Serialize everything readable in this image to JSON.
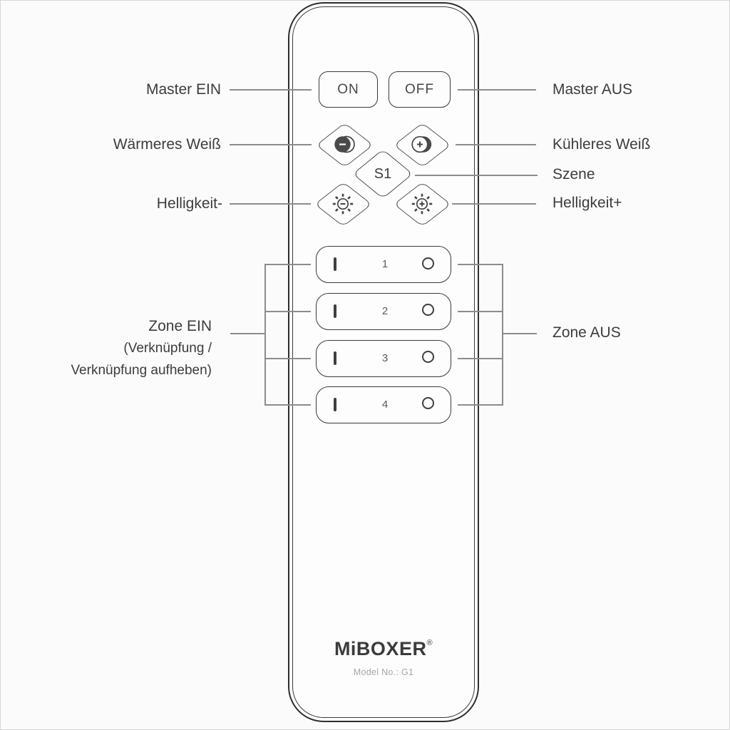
{
  "callouts": {
    "master_on": "Master EIN",
    "warmer_white": "Wärmeres Weiß",
    "brightness_minus": "Helligkeit-",
    "zone_on": {
      "line1": "Zone EIN",
      "line2": "(Verknüpfung /",
      "line3": "Verknüpfung aufheben)"
    },
    "master_off": "Master AUS",
    "cooler_white": "Kühleres Weiß",
    "scene": "Szene",
    "brightness_plus": "Helligkeit+",
    "zone_off": "Zone AUS"
  },
  "remote": {
    "power_on": "ON",
    "power_off": "OFF",
    "scene_button": "S1",
    "zones": [
      {
        "number": "1"
      },
      {
        "number": "2"
      },
      {
        "number": "3"
      },
      {
        "number": "4"
      }
    ],
    "zone_on_glyph": "I",
    "zone_off_glyph": "O",
    "brand": "MiBOXER",
    "registered_mark": "®",
    "model": "Model No.: G1"
  },
  "colors": {
    "outline": "#2e2e2e",
    "button_border": "#3a3a3a",
    "label_text": "#3c3c3c",
    "callout_line": "#8c8c8c",
    "model_text": "#a6a6a6"
  }
}
